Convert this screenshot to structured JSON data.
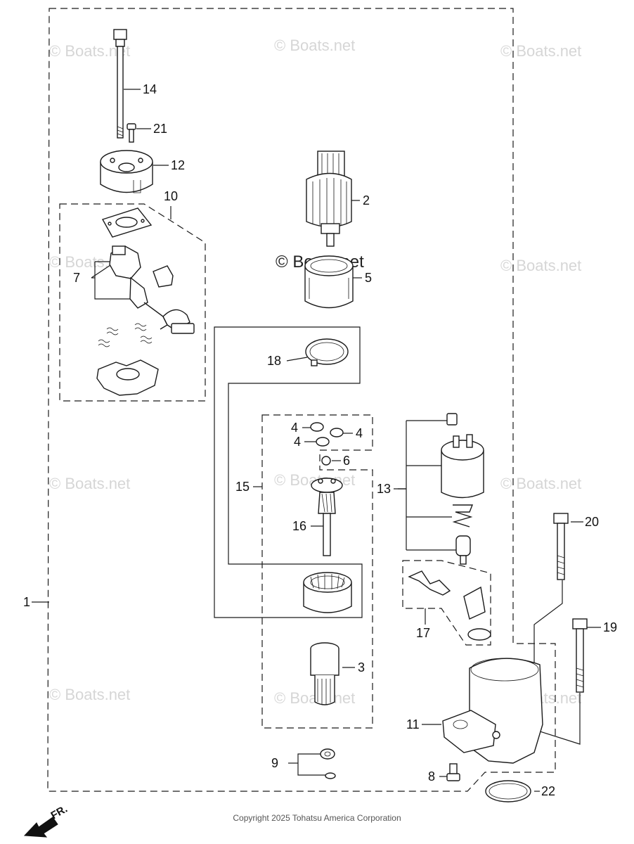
{
  "callouts": {
    "c1": "1",
    "c2": "2",
    "c3": "3",
    "c4a": "4",
    "c4b": "4",
    "c4c": "4",
    "c5": "5",
    "c6": "6",
    "c7": "7",
    "c8": "8",
    "c9": "9",
    "c10": "10",
    "c11": "11",
    "c12": "12",
    "c13": "13",
    "c14": "14",
    "c15": "15",
    "c16": "16",
    "c17": "17",
    "c18": "18",
    "c19": "19",
    "c20": "20",
    "c21": "21",
    "c22": "22"
  },
  "watermark": "© Boats.net",
  "direction_label": "FR.",
  "copyright": "Copyright 2025 Tohatsu America Corporation"
}
